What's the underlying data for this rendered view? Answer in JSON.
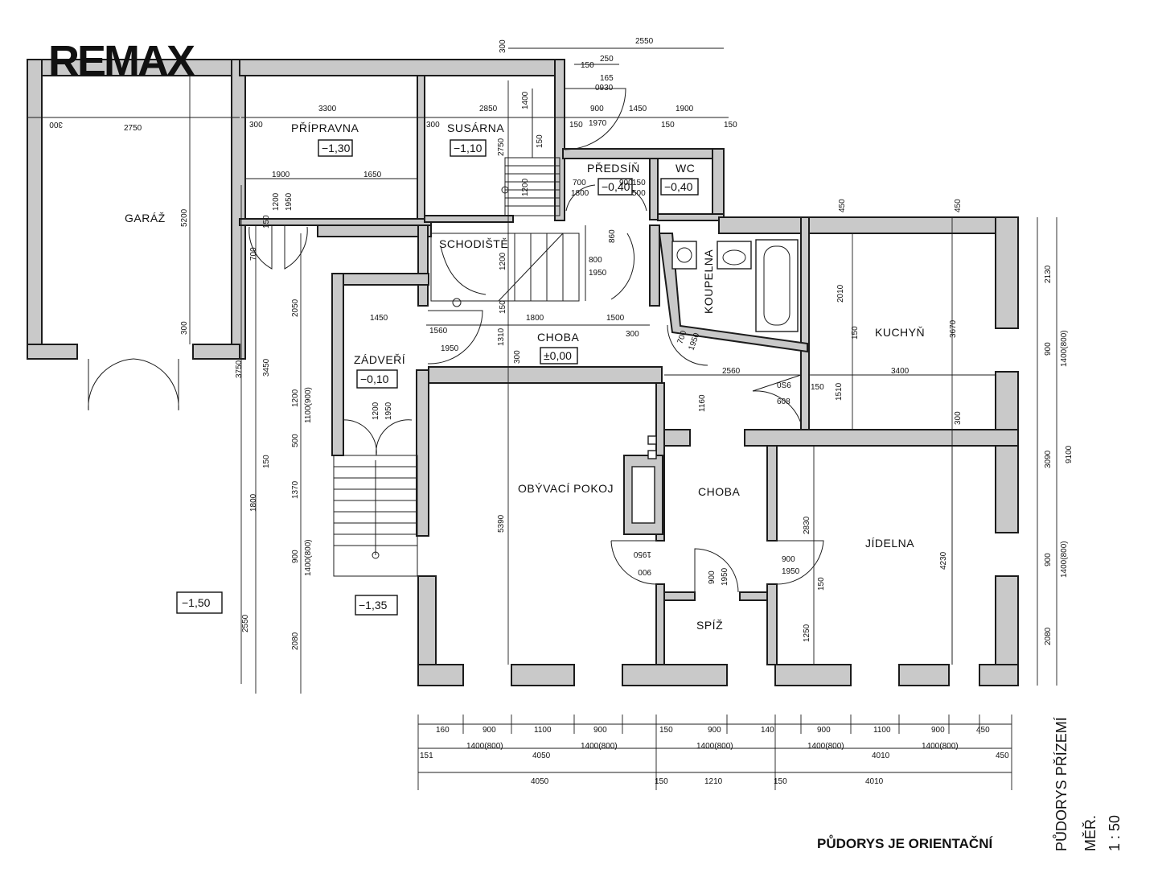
{
  "brand": {
    "logo_text": "REMAX"
  },
  "rooms": {
    "garaz": "GARÁŽ",
    "pripravna": "PŘÍPRAVNA",
    "susarna": "SUSÁRNA",
    "predsin": "PŘEDSÍŇ",
    "wc": "WC",
    "schodiste": "SCHODIŠTĚ",
    "koupelna": "KOUPELNA",
    "kuchyn": "KUCHYŇ",
    "chodba_upper": "CHOBA",
    "zadveri": "ZÁDVEŘÍ",
    "obyvaci_pokoj": "OBÝVACÍ POKOJ",
    "chodba_lower": "CHOBA",
    "jidelna": "JÍDELNA",
    "spiz": "SPÍŽ"
  },
  "levels": {
    "pripravna": "−1,30",
    "susarna": "−1,10",
    "predsin": "−0,40",
    "wc": "−0,40",
    "chodba": "±0,00",
    "zadveri": "−0,10",
    "exterior_left": "−1,50",
    "exterior_stair": "−1,35"
  },
  "dimensions": {
    "top": [
      "300",
      "2550",
      "150",
      "250",
      "165",
      "0930",
      "3300",
      "2850",
      "1400",
      "900",
      "1450",
      "1900",
      "150",
      "1970",
      "150",
      "150",
      "300",
      "2750",
      "300",
      "300",
      "150",
      "2750",
      "1200",
      "700",
      "1800",
      "150",
      "500",
      "900",
      "1900",
      "1650"
    ],
    "middle": [
      "1200",
      "1950",
      "150",
      "700",
      "5200",
      "2050",
      "800",
      "1950",
      "860",
      "1200",
      "150",
      "1800",
      "1500",
      "1450",
      "300",
      "1560",
      "1950",
      "1310",
      "300",
      "700",
      "1950",
      "2010",
      "150",
      "3670",
      "2560",
      "3400",
      "1160",
      "0S6",
      "150",
      "1510",
      "608",
      "300",
      "3750",
      "3450",
      "1200",
      "1100(900)",
      "500",
      "1200",
      "1950"
    ],
    "lower": [
      "150",
      "1370",
      "1800",
      "900",
      "1400(800)",
      "2550",
      "2080",
      "5390",
      "1950",
      "900",
      "900",
      "1950",
      "900",
      "1950",
      "2830",
      "150",
      "1250",
      "4230",
      "300"
    ],
    "right": [
      "450",
      "450",
      "2130",
      "900",
      "1400(800)",
      "3090",
      "9100",
      "900",
      "1400(800)",
      "2080"
    ],
    "bottom_row1": [
      "160",
      "900",
      "1100",
      "900",
      "150",
      "900",
      "140",
      "900",
      "1100",
      "900",
      "450"
    ],
    "bottom_row2": [
      "151",
      "1400(800)",
      "4050",
      "1400(800)",
      "1400(800)",
      "1400(800)",
      "4010",
      "1400(800)",
      "450"
    ],
    "bottom_row3": [
      "4050",
      "150",
      "1210",
      "150",
      "4010"
    ]
  },
  "notes": {
    "orientation": "PŮDORYS JE ORIENTAČNÍ",
    "title_line1": "PŮDORYS PŘÍZEMÍ",
    "title_line2": "MĚŘ.",
    "title_line3": "1 : 50"
  }
}
